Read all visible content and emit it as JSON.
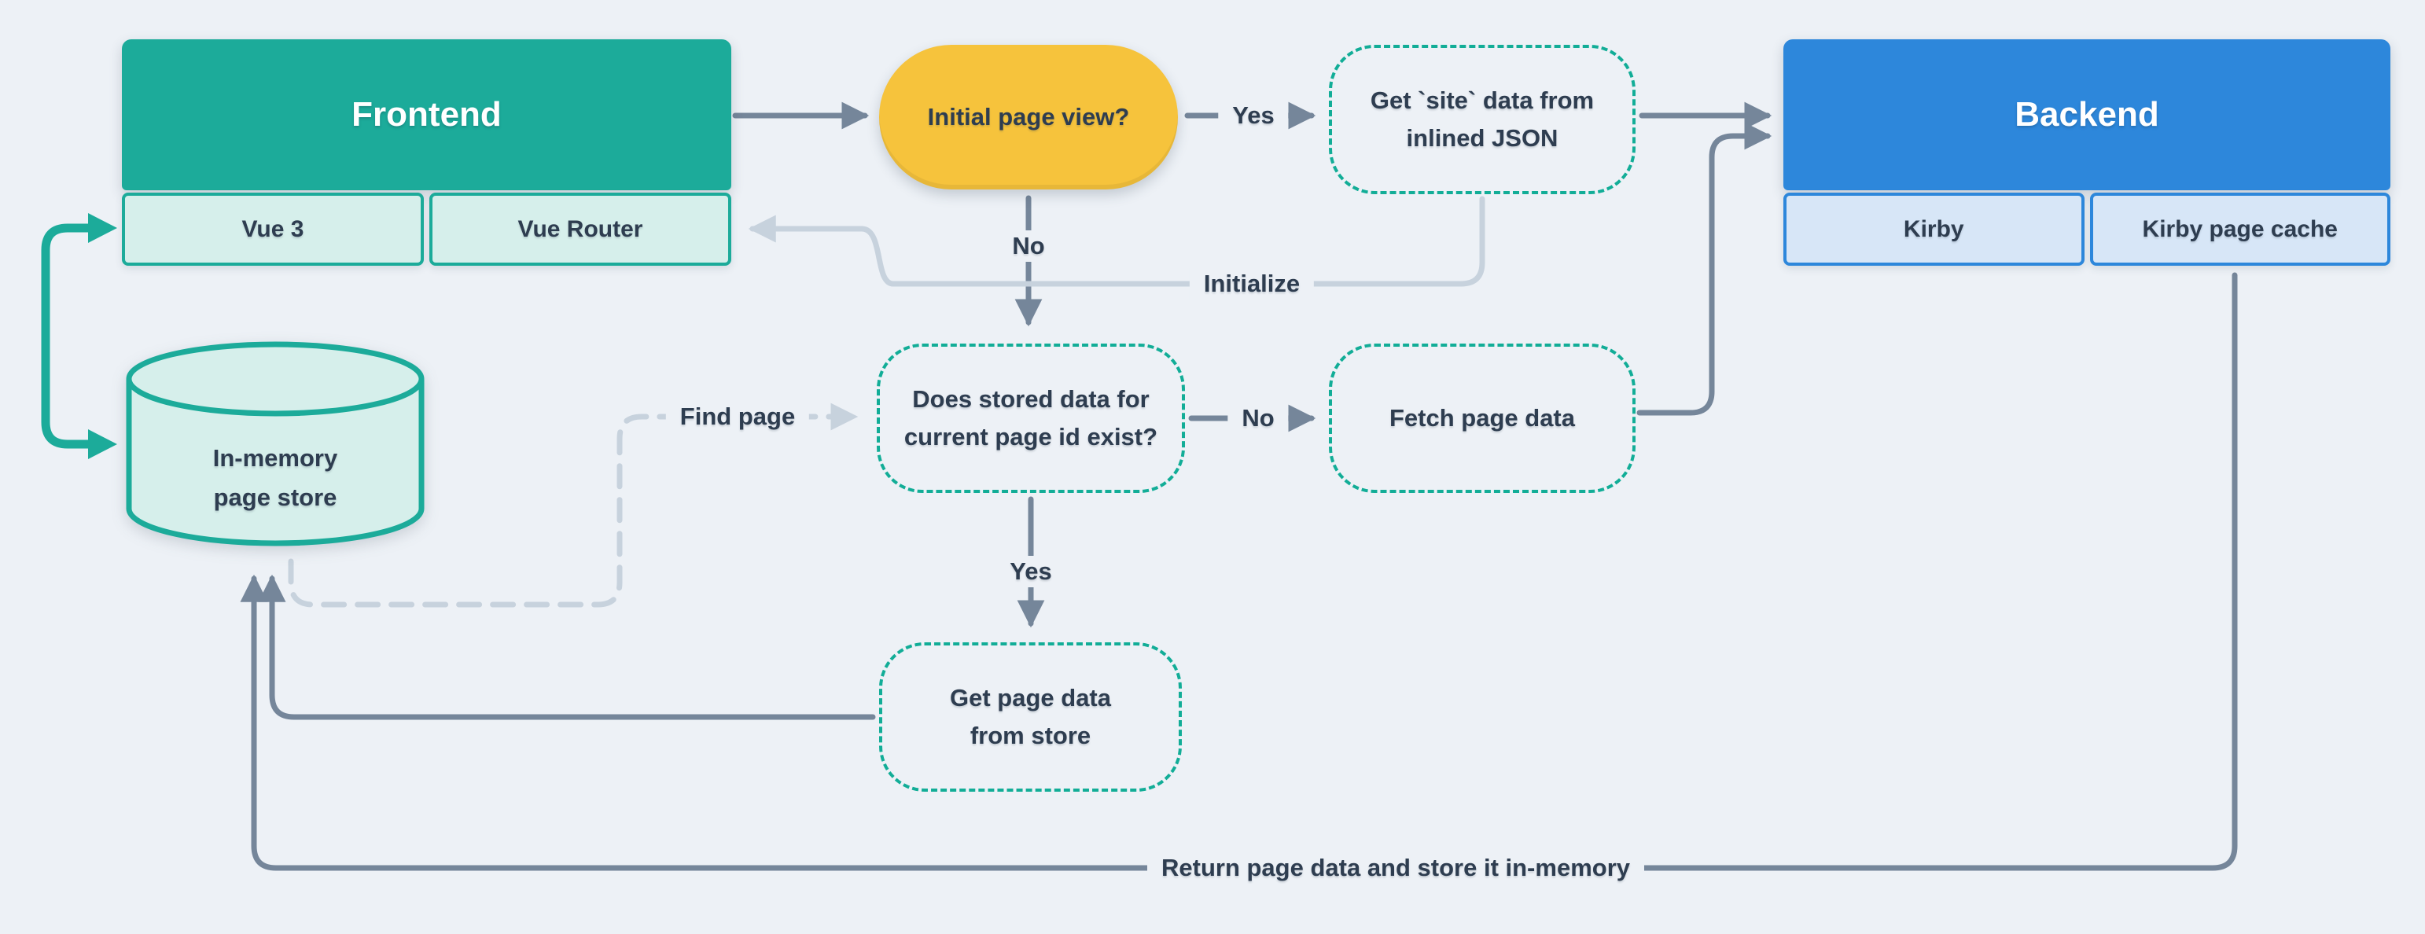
{
  "diagram": {
    "background": "#edf1f6",
    "frontend": {
      "title": "Frontend",
      "items": [
        {
          "label": "Vue 3"
        },
        {
          "label": "Vue Router"
        }
      ]
    },
    "backend": {
      "title": "Backend",
      "items": [
        {
          "label": "Kirby"
        },
        {
          "label": "Kirby page cache"
        }
      ]
    },
    "nodes": {
      "initial_decision": {
        "label": "Initial page view?"
      },
      "get_site_data": {
        "label": "Get `site` data from\ninlined JSON"
      },
      "stored_data_decision": {
        "label": "Does stored data for\ncurrent page id exist?"
      },
      "fetch_page_data": {
        "label": "Fetch page data"
      },
      "get_page_from_store": {
        "label": "Get page data\nfrom store"
      },
      "page_store": {
        "label": "In-memory\npage store"
      }
    },
    "edge_labels": {
      "yes_initial": "Yes",
      "no_initial": "No",
      "initialize": "Initialize",
      "find_page": "Find page",
      "no_stored": "No",
      "yes_stored": "Yes",
      "return_page": "Return page data and store it in-memory"
    },
    "colors": {
      "teal": "#1cab9a",
      "teal_light": "#d6efeb",
      "blue": "#2d87db",
      "blue_light": "#d7e6f7",
      "yellow": "#f6c33c",
      "dashed_teal": "#12ad97",
      "gray_line": "#75869a",
      "light_gray_line": "#c7d2dd",
      "text": "#2e3d50"
    }
  }
}
